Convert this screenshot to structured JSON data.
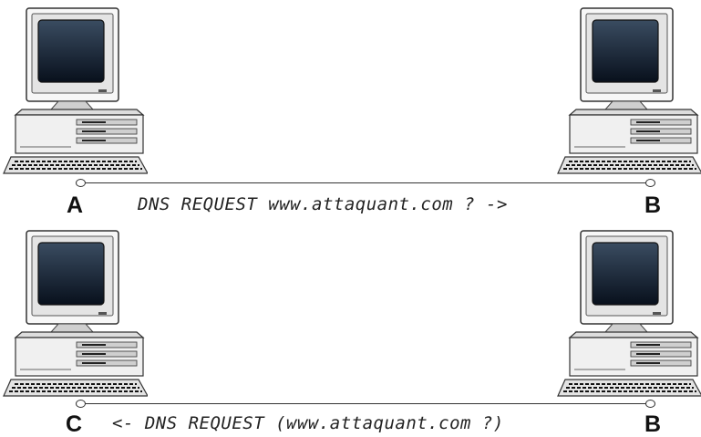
{
  "diagram": {
    "top": {
      "left_node": "A",
      "right_node": "B",
      "message": "DNS REQUEST www.attaquant.com ? ->"
    },
    "bottom": {
      "left_node": "C",
      "right_node": "B",
      "message": "<- DNS REQUEST (www.attaquant.com ?)"
    }
  }
}
